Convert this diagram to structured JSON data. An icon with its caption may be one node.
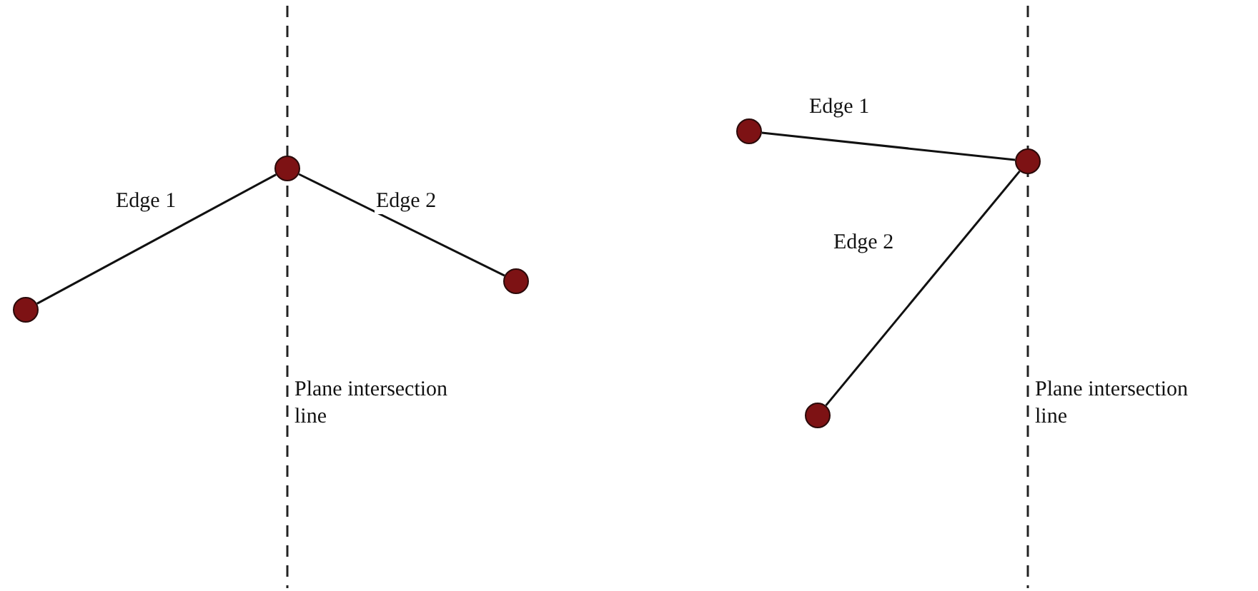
{
  "diagram": {
    "nodes": [
      {
        "text": [],
        "shape": "circle"
      },
      {
        "text": [],
        "shape": "circle"
      },
      {
        "text": [],
        "shape": "circle"
      },
      {
        "text": [],
        "shape": "circle"
      },
      {
        "text": [],
        "shape": "circle"
      },
      {
        "text": [],
        "shape": "circle"
      }
    ],
    "edges": [
      {
        "from": 0,
        "to": 1,
        "arrow": "none",
        "label": "Edge 1"
      },
      {
        "from": 1,
        "to": 2,
        "arrow": "none",
        "label": "Edge 2"
      },
      {
        "from": 3,
        "to": 5,
        "arrow": "none",
        "label": "Edge 1"
      },
      {
        "from": 5,
        "to": 4,
        "arrow": "none",
        "label": "Edge 2"
      }
    ],
    "labels": [
      "Plane intersection line",
      "Plane intersection line"
    ]
  }
}
